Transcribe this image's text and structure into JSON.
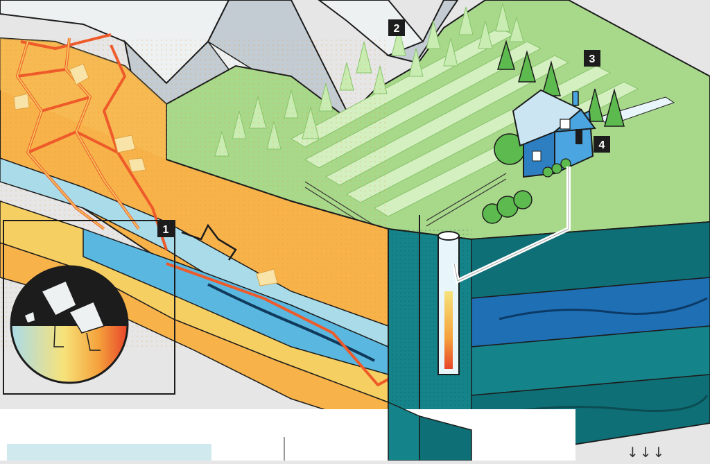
{
  "markers": [
    {
      "id": "marker-1",
      "label": "1"
    },
    {
      "id": "marker-2",
      "label": "2"
    },
    {
      "id": "marker-3",
      "label": "3"
    },
    {
      "id": "marker-4",
      "label": "4"
    }
  ],
  "footer": {
    "arrows": "↓↓↓"
  },
  "colors": {
    "grass": "#a8d98a",
    "grass_dark": "#86c36a",
    "tree": "#c9ecb2",
    "rock_light": "#eef1f2",
    "rock_mid": "#c3ccd2",
    "orange_layer": "#f7b24a",
    "orange_side": "#f2a53c",
    "teal_dark": "#0f6f76",
    "teal_mid": "#15848a",
    "water_light": "#a9dbe9",
    "water_blue": "#5ab7df",
    "deep_blue": "#1f6fb5",
    "yellow_layer": "#f6cf62",
    "hot_line": "#ee5a2a",
    "house_blue": "#4aa5e0",
    "ink": "#1c1c1c"
  },
  "icons": [
    "house-icon",
    "well-pipe",
    "tree-icon",
    "magnifier-inset"
  ]
}
